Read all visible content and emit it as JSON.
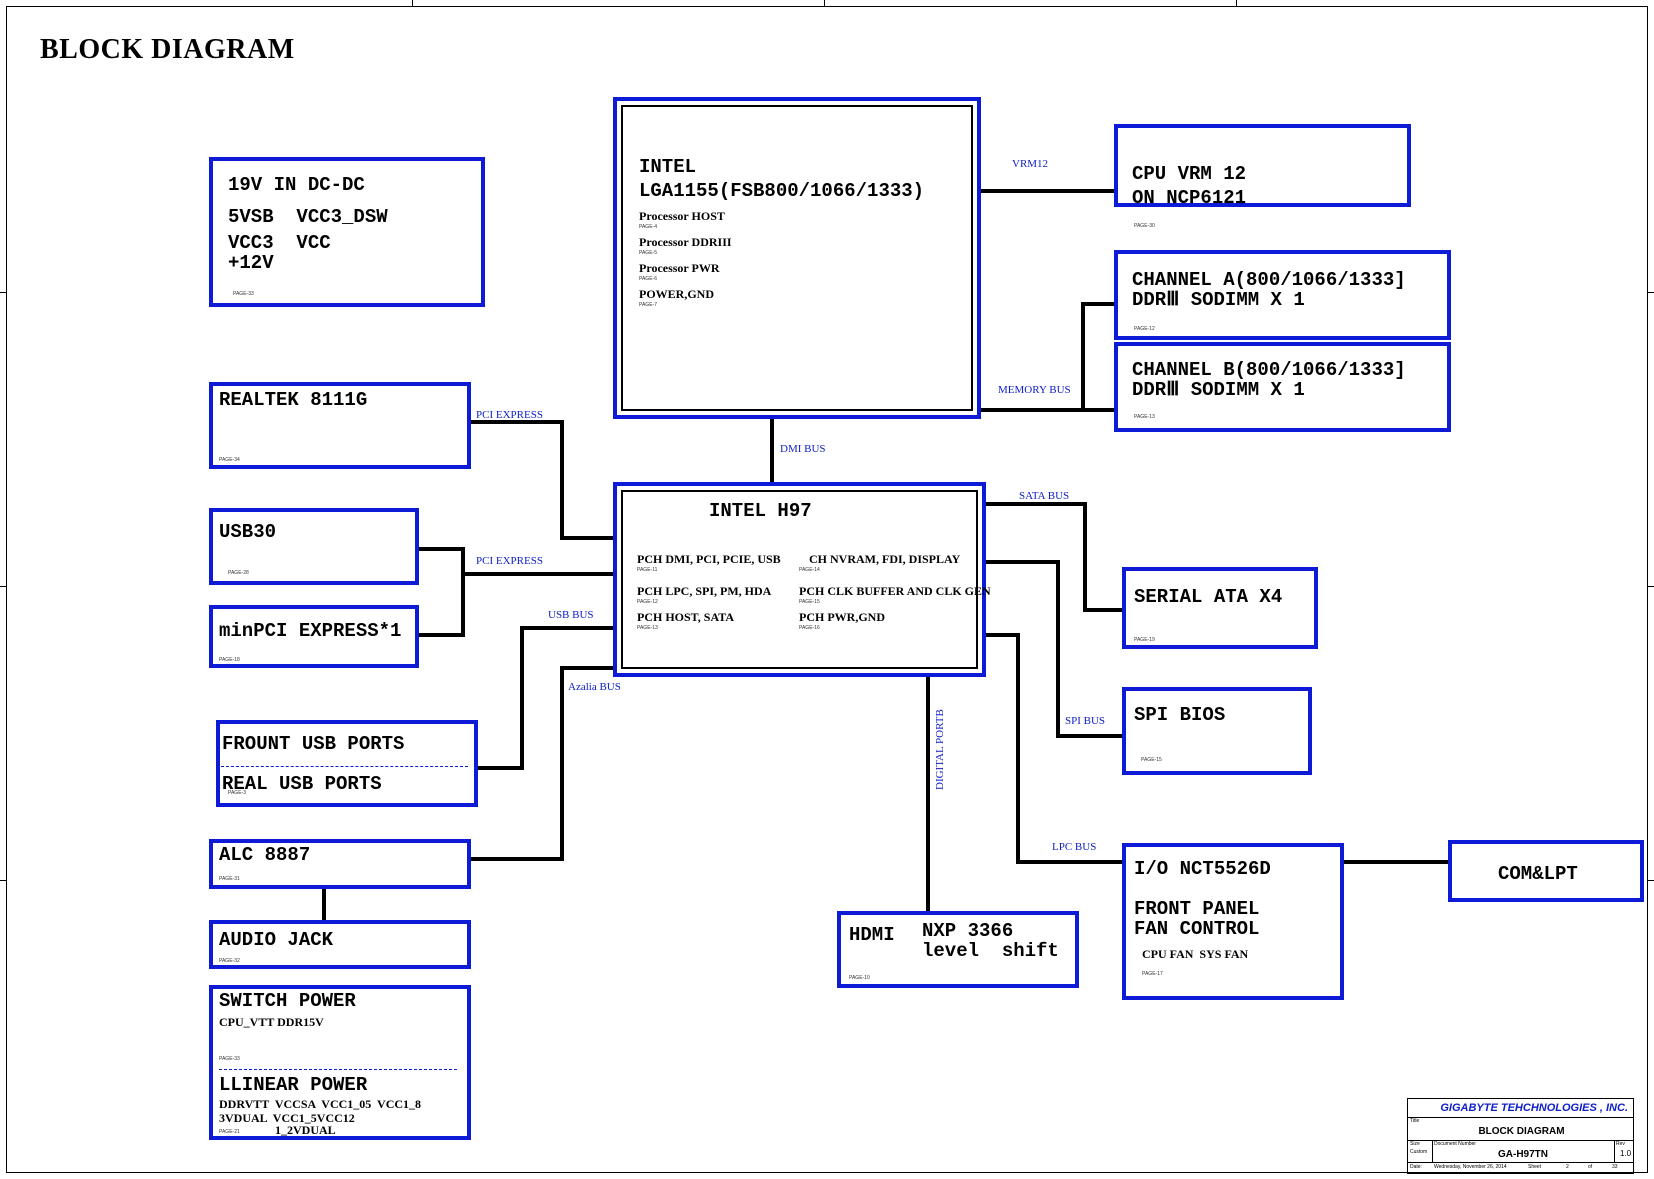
{
  "title": "BLOCK DIAGRAM",
  "blocks": {
    "power_dc": {
      "lines": [
        "19V IN DC-DC",
        "5VSB  VCC3_DSW",
        "VCC3  VCC",
        "+12V"
      ],
      "page": "PAGE-33"
    },
    "cpu": {
      "line1": "INTEL",
      "line2": "LGA1155(FSB800/1066/1333)",
      "items": [
        "Processor HOST",
        "Processor DDRIII",
        "Processor PWR",
        "POWER,GND"
      ],
      "pages": [
        "PAGE-4",
        "PAGE-5",
        "PAGE-6",
        "PAGE-7"
      ]
    },
    "vrm": {
      "line1": "CPU VRM 12",
      "line2": "ON NCP6121",
      "page": "PAGE-30"
    },
    "chan_a": {
      "line1": "CHANNEL A(800/1066/1333]",
      "line2": "DDRⅢ SODIMM X 1",
      "page": "PAGE-12"
    },
    "chan_b": {
      "line1": "CHANNEL B(800/1066/1333]",
      "line2": "DDRⅢ SODIMM X 1",
      "page": "PAGE-13"
    },
    "realtek": {
      "label": "REALTEK 8111G",
      "page": "PAGE-34"
    },
    "usb30": {
      "label": "USB30",
      "page": "PAGE-28"
    },
    "minipci": {
      "label": "minPCI EXPRESS*1",
      "page": "PAGE-18"
    },
    "pch": {
      "title": "INTEL H97",
      "items": [
        {
          "text": "PCH DMI, PCI, PCIE, USB",
          "page": "PAGE-11"
        },
        {
          "text": "CH NVRAM, FDI, DISPLAY",
          "page": "PAGE-14"
        },
        {
          "text": "PCH LPC, SPI, PM, HDA",
          "page": "PAGE-12"
        },
        {
          "text": "PCH CLK BUFFER AND CLK GEN",
          "page": "PAGE-15"
        },
        {
          "text": "PCH HOST, SATA",
          "page": "PAGE-13"
        },
        {
          "text": "PCH PWR,GND",
          "page": "PAGE-16"
        }
      ]
    },
    "sata": {
      "label": "SERIAL ATA X4",
      "page": "PAGE-19"
    },
    "spi": {
      "label": "SPI BIOS",
      "page": "PAGE-15"
    },
    "usb_ports": {
      "front": "FROUNT USB PORTS",
      "rear": "REAL USB PORTS",
      "page": "PAGE-3"
    },
    "alc": {
      "label": "ALC 8887",
      "page": "PAGE-31"
    },
    "audio": {
      "label": "AUDIO JACK",
      "page": "PAGE-32"
    },
    "hdmi": {
      "label": "HDMI",
      "chip": "NXP 3366",
      "desc": "level  shift",
      "page": "PAGE-10"
    },
    "io": {
      "line1": "I/O NCT5526D",
      "line2": "FRONT PANEL",
      "line3": "FAN CONTROL",
      "fans": "CPU FAN  SYS FAN",
      "page": "PAGE-17"
    },
    "com": {
      "label": "COM&LPT"
    },
    "switch_power": {
      "label": "SWITCH POWER",
      "line1": "CPU_VTT DDR15V",
      "page": "PAGE-33"
    },
    "linear_power": {
      "label": "LLINEAR POWER",
      "line1": "DDRVTT  VCCSA  VCC1_05  VCC1_8",
      "line2": "3VDUAL  VCC1_5VCC12",
      "line3": "1_2VDUAL",
      "page": "PAGE-21"
    }
  },
  "buses": {
    "vrm12": "VRM12",
    "memory": "MEMORY BUS",
    "dmi": "DMI BUS",
    "pcie1": "PCI EXPRESS",
    "pcie2": "PCI EXPRESS",
    "usb": "USB BUS",
    "azalia": "Azalia BUS",
    "sata": "SATA BUS",
    "spi": "SPI BUS",
    "lpc": "LPC BUS",
    "digital": "DIGITAL PORTB"
  },
  "titleblock": {
    "company": "GIGABYTE TEHCHNOLOGIES , INC.",
    "title_label": "Title",
    "title": "BLOCK DIAGRAM",
    "size_label": "Size",
    "custom": "Custom",
    "docnum_label": "Document Number",
    "docnum": "GA-H97TN",
    "rev_label": "Rev",
    "rev": "1.0",
    "date_label": "Date:",
    "date": "Wednesday, November 26, 2014",
    "sheet_label": "Sheet",
    "sheet": "2",
    "of_label": "of",
    "total": "33"
  }
}
